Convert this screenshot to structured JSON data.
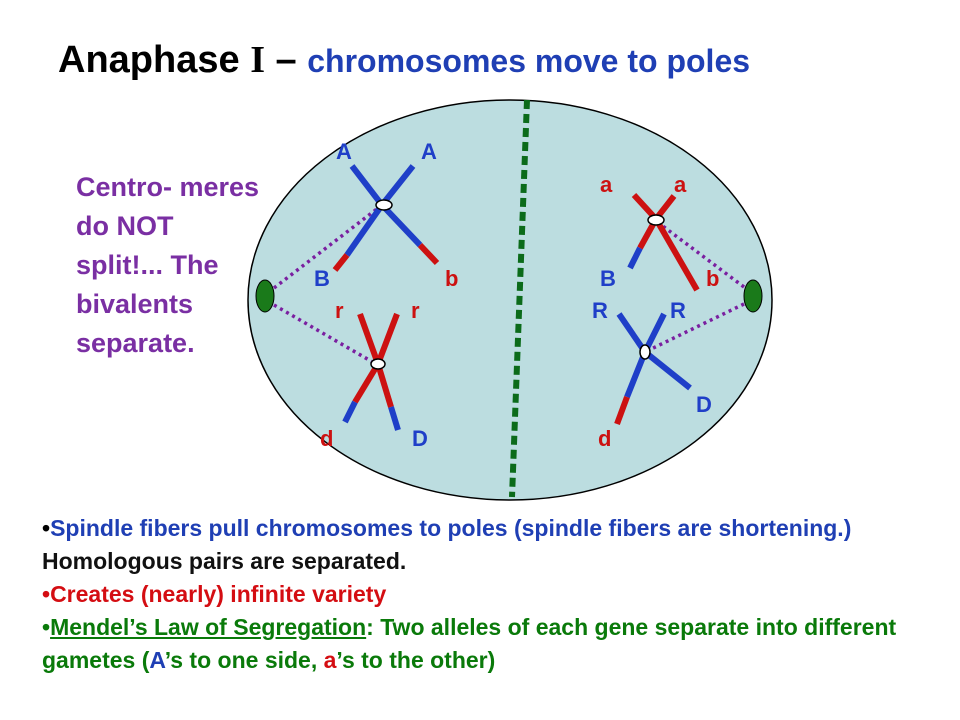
{
  "title": {
    "main": "Anaphase",
    "numeral": "I",
    "dash": "–",
    "subtitle": "chromosomes move to poles"
  },
  "side_note": "Centro- meres do NOT split!... The bivalents separate.",
  "diagram": {
    "labels": {
      "A1": "A",
      "A2": "A",
      "B_left": "B",
      "b_left": "b",
      "r1": "r",
      "r2": "r",
      "d_left": "d",
      "D_left": "D",
      "a1": "a",
      "a2": "a",
      "B_right": "B",
      "b_right": "b",
      "R1": "R",
      "R2": "R",
      "D_right": "D",
      "d_right": "d"
    },
    "colors": {
      "cell_fill": "#bcdde0",
      "chromosome_blue": "#1f3fc8",
      "chromosome_red": "#cc1111",
      "spindle": "#7a1fa0",
      "equator": "#0b6b1a",
      "pole": "#1a7a1a"
    }
  },
  "bullets": [
    {
      "b1_blue": "Spindle fibers pull chromosomes to poles (spindle fibers are shortening.)",
      "b1_black": "Homologous pairs are separated."
    },
    {
      "b2_red": "Creates (nearly) infinite variety"
    },
    {
      "b3_link": "Mendel’s Law of Segregation",
      "b3_colon": ":",
      "b3_a": "Two alleles of each gene separate into different gametes (",
      "b3_A": "A",
      "b3_b": "’s to one side,",
      "b3_a2": "a",
      "b3_c": "’s to the other)"
    }
  ]
}
